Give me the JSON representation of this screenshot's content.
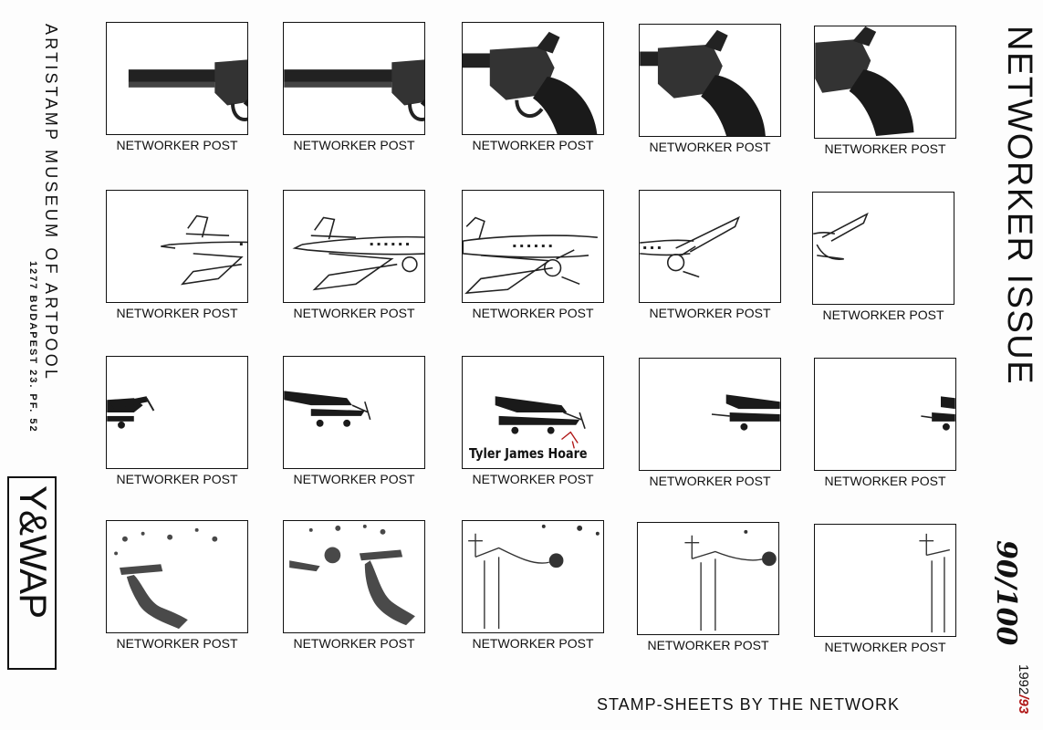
{
  "sheet": {
    "museum": "ARTISTAMP MUSEUM OF ARTPOOL",
    "address": "1277 BUDAPEST 23. PF. 52",
    "logo": "Y&WAP",
    "issue_title": "NETWORKER ISSUE",
    "edition": "90/100",
    "year_main": "1992",
    "year_alt": "/93",
    "footer": "STAMP-SHEETS BY THE NETWORK",
    "signature": "Tyler James Hoare"
  },
  "stamps": [
    {
      "caption": "NETWORKER POST",
      "motif": "revolver"
    },
    {
      "caption": "NETWORKER POST",
      "motif": "revolver"
    },
    {
      "caption": "NETWORKER POST",
      "motif": "revolver"
    },
    {
      "caption": "NETWORKER POST",
      "motif": "revolver"
    },
    {
      "caption": "NETWORKER POST",
      "motif": "revolver"
    },
    {
      "caption": "NETWORKER POST",
      "motif": "airliner"
    },
    {
      "caption": "NETWORKER POST",
      "motif": "airliner"
    },
    {
      "caption": "NETWORKER POST",
      "motif": "airliner"
    },
    {
      "caption": "NETWORKER POST",
      "motif": "airliner"
    },
    {
      "caption": "NETWORKER POST",
      "motif": "airliner"
    },
    {
      "caption": "NETWORKER POST",
      "motif": "biplane"
    },
    {
      "caption": "NETWORKER POST",
      "motif": "biplane"
    },
    {
      "caption": "NETWORKER POST",
      "motif": "biplane"
    },
    {
      "caption": "NETWORKER POST",
      "motif": "biplane"
    },
    {
      "caption": "NETWORKER POST",
      "motif": "biplane"
    },
    {
      "caption": "NETWORKER POST",
      "motif": "wing-walker"
    },
    {
      "caption": "NETWORKER POST",
      "motif": "wing-walker"
    },
    {
      "caption": "NETWORKER POST",
      "motif": "wing-walker"
    },
    {
      "caption": "NETWORKER POST",
      "motif": "wing-walker"
    },
    {
      "caption": "NETWORKER POST",
      "motif": "wing-walker"
    }
  ]
}
